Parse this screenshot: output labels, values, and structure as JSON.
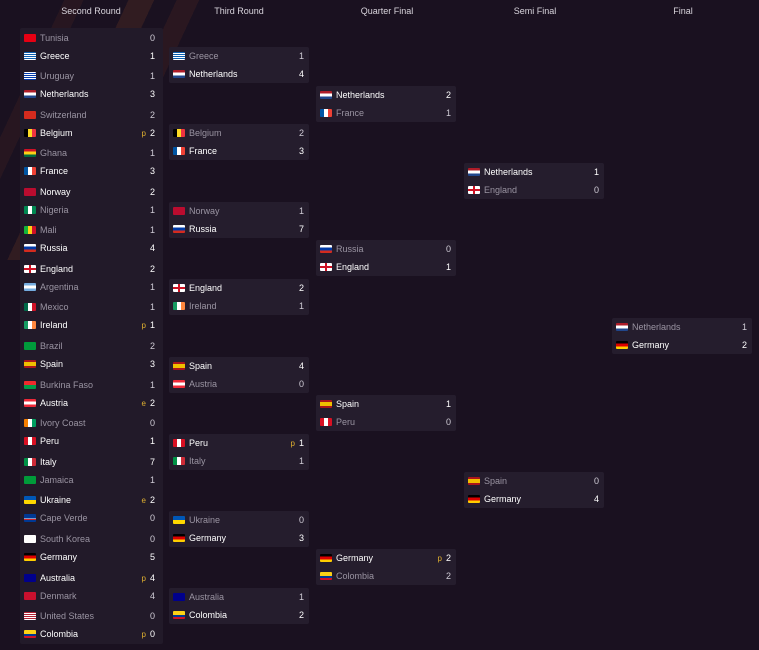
{
  "headers": [
    "Second Round",
    "Third Round",
    "Quarter Final",
    "Semi Final",
    "Final"
  ],
  "flags": {
    "Tunisia": "linear-gradient(#e70013,#e70013)",
    "Greece": "repeating-linear-gradient(#0d5eaf 0 1px,#ffffff 1px 2px)",
    "Uruguay": "repeating-linear-gradient(#ffffff 0 1px,#0038a8 1px 2px)",
    "Netherlands": "linear-gradient(#ae1c28 0 33%,#ffffff 33% 66%,#21468b 66%)",
    "Switzerland": "linear-gradient(#d52b1e,#d52b1e)",
    "Belgium": "linear-gradient(90deg,#000 0 33%,#fdda24 33% 66%,#ef3340 66%)",
    "Ghana": "linear-gradient(#ce1126 0 33%,#fcd116 33% 66%,#006b3f 66%)",
    "France": "linear-gradient(90deg,#0055a4 0 33%,#ffffff 33% 66%,#ef4135 66%)",
    "Norway": "linear-gradient(#ba0c2f,#ba0c2f)",
    "Nigeria": "linear-gradient(90deg,#008751 0 33%,#ffffff 33% 66%,#008751 66%)",
    "Mali": "linear-gradient(90deg,#14b53a 0 33%,#fcd116 33% 66%,#ce1126 66%)",
    "Russia": "linear-gradient(#ffffff 0 33%,#0039a6 33% 66%,#d52b1e 66%)",
    "England": "linear-gradient(#ffffff,#ffffff)",
    "Argentina": "linear-gradient(#74acdf 0 33%,#ffffff 33% 66%,#74acdf 66%)",
    "Mexico": "linear-gradient(90deg,#006847 0 33%,#ffffff 33% 66%,#ce1126 66%)",
    "Ireland": "linear-gradient(90deg,#169b62 0 33%,#ffffff 33% 66%,#ff883e 66%)",
    "Brazil": "linear-gradient(#009c3b,#009c3b)",
    "Spain": "linear-gradient(#aa151b 0 25%,#f1bf00 25% 75%,#aa151b 75%)",
    "Burkina Faso": "linear-gradient(#ef2b2d 0 50%,#009e49 50%)",
    "Austria": "linear-gradient(#ed2939 0 33%,#ffffff 33% 66%,#ed2939 66%)",
    "Ivory Coast": "linear-gradient(90deg,#f77f00 0 33%,#ffffff 33% 66%,#009e60 66%)",
    "Peru": "linear-gradient(90deg,#d91023 0 33%,#ffffff 33% 66%,#d91023 66%)",
    "Italy": "linear-gradient(90deg,#009246 0 33%,#ffffff 33% 66%,#ce2b37 66%)",
    "Jamaica": "linear-gradient(#009b3a,#009b3a)",
    "Ukraine": "linear-gradient(#0057b7 0 50%,#ffd700 50%)",
    "Cape Verde": "linear-gradient(#003893 0 55%,#ffffff 55% 65%,#cf2027 65% 72%,#003893 72%)",
    "South Korea": "linear-gradient(#ffffff,#ffffff)",
    "Germany": "linear-gradient(#000000 0 33%,#dd0000 33% 66%,#ffce00 66%)",
    "Australia": "linear-gradient(#00008b,#00008b)",
    "Denmark": "linear-gradient(#c8102e,#c8102e)",
    "United States": "repeating-linear-gradient(#b22234 0 1px,#ffffff 1px 2px)",
    "Colombia": "linear-gradient(#fcd116 0 50%,#003893 50% 75%,#ce1126 75%)"
  },
  "rounds": [
    {
      "name": "Second Round",
      "matches": [
        [
          {
            "team": "Tunisia",
            "score": "0",
            "mark": "",
            "winner": false
          },
          {
            "team": "Greece",
            "score": "1",
            "mark": "",
            "winner": true
          }
        ],
        [
          {
            "team": "Uruguay",
            "score": "1",
            "mark": "",
            "winner": false
          },
          {
            "team": "Netherlands",
            "score": "3",
            "mark": "",
            "winner": true
          }
        ],
        [
          {
            "team": "Switzerland",
            "score": "2",
            "mark": "",
            "winner": false
          },
          {
            "team": "Belgium",
            "score": "2",
            "mark": "p",
            "winner": true
          }
        ],
        [
          {
            "team": "Ghana",
            "score": "1",
            "mark": "",
            "winner": false
          },
          {
            "team": "France",
            "score": "3",
            "mark": "",
            "winner": true
          }
        ],
        [
          {
            "team": "Norway",
            "score": "2",
            "mark": "",
            "winner": true
          },
          {
            "team": "Nigeria",
            "score": "1",
            "mark": "",
            "winner": false
          }
        ],
        [
          {
            "team": "Mali",
            "score": "1",
            "mark": "",
            "winner": false
          },
          {
            "team": "Russia",
            "score": "4",
            "mark": "",
            "winner": true
          }
        ],
        [
          {
            "team": "England",
            "score": "2",
            "mark": "",
            "winner": true
          },
          {
            "team": "Argentina",
            "score": "1",
            "mark": "",
            "winner": false
          }
        ],
        [
          {
            "team": "Mexico",
            "score": "1",
            "mark": "",
            "winner": false
          },
          {
            "team": "Ireland",
            "score": "1",
            "mark": "p",
            "winner": true
          }
        ],
        [
          {
            "team": "Brazil",
            "score": "2",
            "mark": "",
            "winner": false
          },
          {
            "team": "Spain",
            "score": "3",
            "mark": "",
            "winner": true
          }
        ],
        [
          {
            "team": "Burkina Faso",
            "score": "1",
            "mark": "",
            "winner": false
          },
          {
            "team": "Austria",
            "score": "2",
            "mark": "e",
            "winner": true
          }
        ],
        [
          {
            "team": "Ivory Coast",
            "score": "0",
            "mark": "",
            "winner": false
          },
          {
            "team": "Peru",
            "score": "1",
            "mark": "",
            "winner": true
          }
        ],
        [
          {
            "team": "Italy",
            "score": "7",
            "mark": "",
            "winner": true
          },
          {
            "team": "Jamaica",
            "score": "1",
            "mark": "",
            "winner": false
          }
        ],
        [
          {
            "team": "Ukraine",
            "score": "2",
            "mark": "e",
            "winner": true
          },
          {
            "team": "Cape Verde",
            "score": "0",
            "mark": "",
            "winner": false
          }
        ],
        [
          {
            "team": "South Korea",
            "score": "0",
            "mark": "",
            "winner": false
          },
          {
            "team": "Germany",
            "score": "5",
            "mark": "",
            "winner": true
          }
        ],
        [
          {
            "team": "Australia",
            "score": "4",
            "mark": "p",
            "winner": true
          },
          {
            "team": "Denmark",
            "score": "4",
            "mark": "",
            "winner": false
          }
        ],
        [
          {
            "team": "United States",
            "score": "0",
            "mark": "",
            "winner": false
          },
          {
            "team": "Colombia",
            "score": "0",
            "mark": "p",
            "winner": true
          }
        ]
      ]
    },
    {
      "name": "Third Round",
      "matches": [
        [
          {
            "team": "Greece",
            "score": "1",
            "mark": "",
            "winner": false
          },
          {
            "team": "Netherlands",
            "score": "4",
            "mark": "",
            "winner": true
          }
        ],
        [
          {
            "team": "Belgium",
            "score": "2",
            "mark": "",
            "winner": false
          },
          {
            "team": "France",
            "score": "3",
            "mark": "",
            "winner": true
          }
        ],
        [
          {
            "team": "Norway",
            "score": "1",
            "mark": "",
            "winner": false
          },
          {
            "team": "Russia",
            "score": "7",
            "mark": "",
            "winner": true
          }
        ],
        [
          {
            "team": "England",
            "score": "2",
            "mark": "",
            "winner": true
          },
          {
            "team": "Ireland",
            "score": "1",
            "mark": "",
            "winner": false
          }
        ],
        [
          {
            "team": "Spain",
            "score": "4",
            "mark": "",
            "winner": true
          },
          {
            "team": "Austria",
            "score": "0",
            "mark": "",
            "winner": false
          }
        ],
        [
          {
            "team": "Peru",
            "score": "1",
            "mark": "p",
            "winner": true
          },
          {
            "team": "Italy",
            "score": "1",
            "mark": "",
            "winner": false
          }
        ],
        [
          {
            "team": "Ukraine",
            "score": "0",
            "mark": "",
            "winner": false
          },
          {
            "team": "Germany",
            "score": "3",
            "mark": "",
            "winner": true
          }
        ],
        [
          {
            "team": "Australia",
            "score": "1",
            "mark": "",
            "winner": false
          },
          {
            "team": "Colombia",
            "score": "2",
            "mark": "",
            "winner": true
          }
        ]
      ]
    },
    {
      "name": "Quarter Final",
      "matches": [
        [
          {
            "team": "Netherlands",
            "score": "2",
            "mark": "",
            "winner": true
          },
          {
            "team": "France",
            "score": "1",
            "mark": "",
            "winner": false
          }
        ],
        [
          {
            "team": "Russia",
            "score": "0",
            "mark": "",
            "winner": false
          },
          {
            "team": "England",
            "score": "1",
            "mark": "",
            "winner": true
          }
        ],
        [
          {
            "team": "Spain",
            "score": "1",
            "mark": "",
            "winner": true
          },
          {
            "team": "Peru",
            "score": "0",
            "mark": "",
            "winner": false
          }
        ],
        [
          {
            "team": "Germany",
            "score": "2",
            "mark": "p",
            "winner": true
          },
          {
            "team": "Colombia",
            "score": "2",
            "mark": "",
            "winner": false
          }
        ]
      ]
    },
    {
      "name": "Semi Final",
      "matches": [
        [
          {
            "team": "Netherlands",
            "score": "1",
            "mark": "",
            "winner": true
          },
          {
            "team": "England",
            "score": "0",
            "mark": "",
            "winner": false
          }
        ],
        [
          {
            "team": "Spain",
            "score": "0",
            "mark": "",
            "winner": false
          },
          {
            "team": "Germany",
            "score": "4",
            "mark": "",
            "winner": true
          }
        ]
      ]
    },
    {
      "name": "Final",
      "matches": [
        [
          {
            "team": "Netherlands",
            "score": "1",
            "mark": "",
            "winner": false
          },
          {
            "team": "Germany",
            "score": "2",
            "mark": "",
            "winner": true
          }
        ]
      ]
    }
  ]
}
